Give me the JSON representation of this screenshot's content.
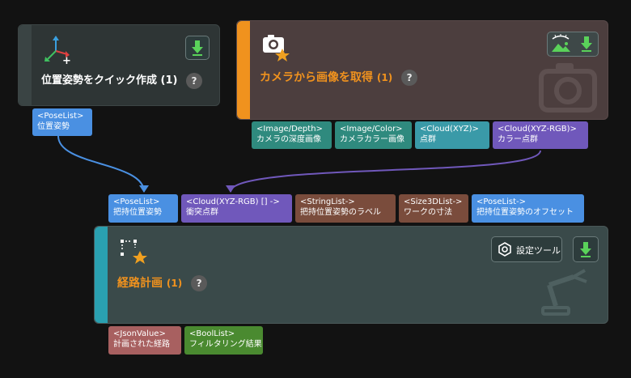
{
  "node1": {
    "title": "位置姿勢をクイック作成",
    "count": "(1)",
    "help": "?",
    "icon": "axes-plus-icon",
    "action_icon": "download-arrow-icon",
    "outputs": [
      {
        "type": "<PoseList>",
        "label": "位置姿勢"
      }
    ]
  },
  "node2": {
    "title": "カメラから画像を取得",
    "count": "(1)",
    "help": "?",
    "icon": "camera-icon",
    "action_icons": [
      "eye-image-icon",
      "download-arrow-icon"
    ],
    "accent": "#f0921e",
    "outputs": [
      {
        "type": "<Image/Depth>",
        "label": "カメラの深度画像"
      },
      {
        "type": "<Image/Color>",
        "label": "カメラカラー画像"
      },
      {
        "type": "<Cloud(XYZ)>",
        "label": "点群"
      },
      {
        "type": "<Cloud(XYZ-RGB)>",
        "label": "カラー点群"
      }
    ]
  },
  "node3": {
    "title": "経路計画",
    "count": "(1)",
    "help": "?",
    "icon": "path-nodes-icon",
    "accent": "#2aa0b0",
    "settings_label": "設定ツール",
    "inputs": [
      {
        "type": "<PoseList>",
        "label": "把持位置姿勢"
      },
      {
        "type": "<Cloud(XYZ-RGB) [] ->",
        "label": "衝突点群"
      },
      {
        "type": "<StringList->",
        "label": "把持位置姿勢のラベル"
      },
      {
        "type": "<Size3DList->",
        "label": "ワークの寸法"
      },
      {
        "type": "<PoseList->",
        "label": "把持位置姿勢のオフセット"
      }
    ],
    "outputs": [
      {
        "type": "<JsonValue>",
        "label": "計画された経路"
      },
      {
        "type": "<BoolList>",
        "label": "フィルタリング結果"
      }
    ]
  }
}
